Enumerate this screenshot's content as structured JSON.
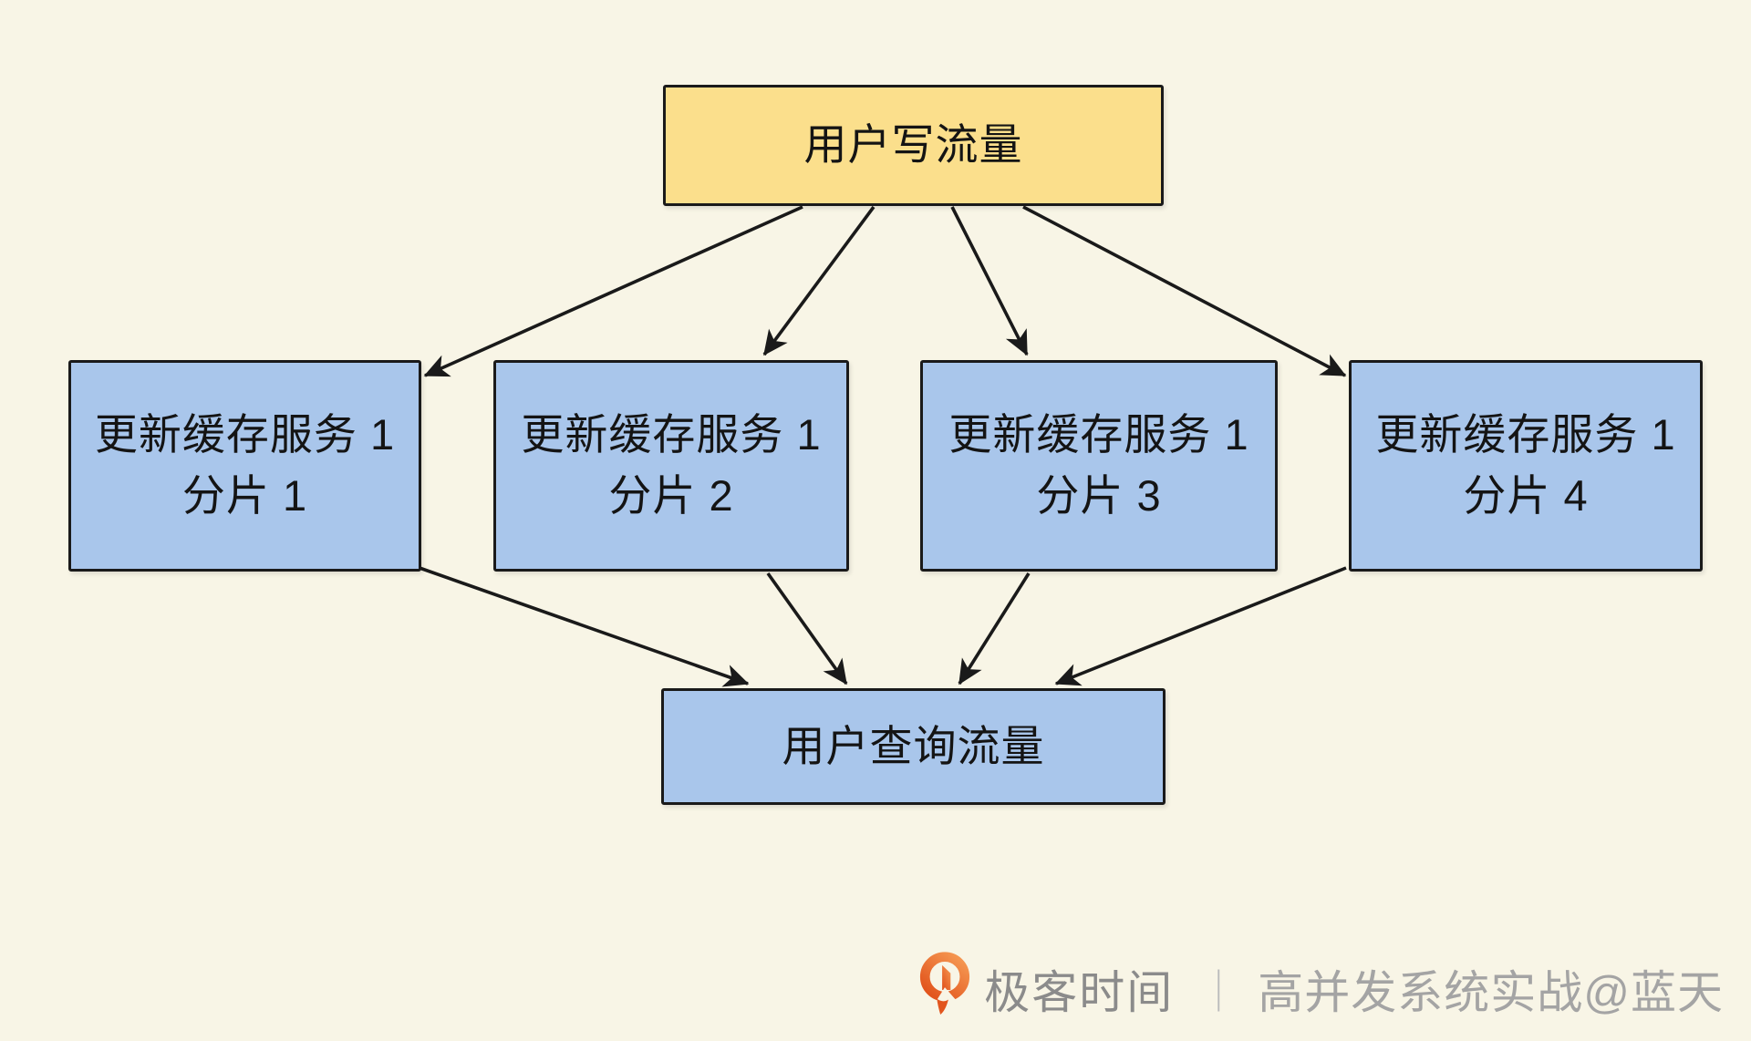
{
  "canvas": {
    "background_color": "#F8F5E6",
    "stroke_color": "#1A1A1A"
  },
  "diagram": {
    "nodes": {
      "write": {
        "label": "用户写流量",
        "fill": "#FBDF8C"
      },
      "shard1": {
        "line1": "更新缓存服务 1",
        "line2": "分片 1",
        "fill": "#A9C6EB"
      },
      "shard2": {
        "line1": "更新缓存服务 1",
        "line2": "分片 2",
        "fill": "#A9C6EB"
      },
      "shard3": {
        "line1": "更新缓存服务 1",
        "line2": "分片 3",
        "fill": "#A9C6EB"
      },
      "shard4": {
        "line1": "更新缓存服务 1",
        "line2": "分片 4",
        "fill": "#A9C6EB"
      },
      "query": {
        "label": "用户查询流量",
        "fill": "#A9C6EB"
      }
    },
    "edges": [
      {
        "from": "write",
        "to": "shard1"
      },
      {
        "from": "write",
        "to": "shard2"
      },
      {
        "from": "write",
        "to": "shard3"
      },
      {
        "from": "write",
        "to": "shard4"
      },
      {
        "from": "shard1",
        "to": "query"
      },
      {
        "from": "shard2",
        "to": "query"
      },
      {
        "from": "shard3",
        "to": "query"
      },
      {
        "from": "shard4",
        "to": "query"
      }
    ]
  },
  "watermark": {
    "brand": "极客时间",
    "separator": "｜",
    "credit": "高并发系统实战@蓝天",
    "brand_color": "#8B8B8B",
    "credit_color": "#A4A4A4",
    "separator_color": "#BCBCBC",
    "logo_color_top": "#F4944F",
    "logo_color_bottom": "#E2551D"
  }
}
